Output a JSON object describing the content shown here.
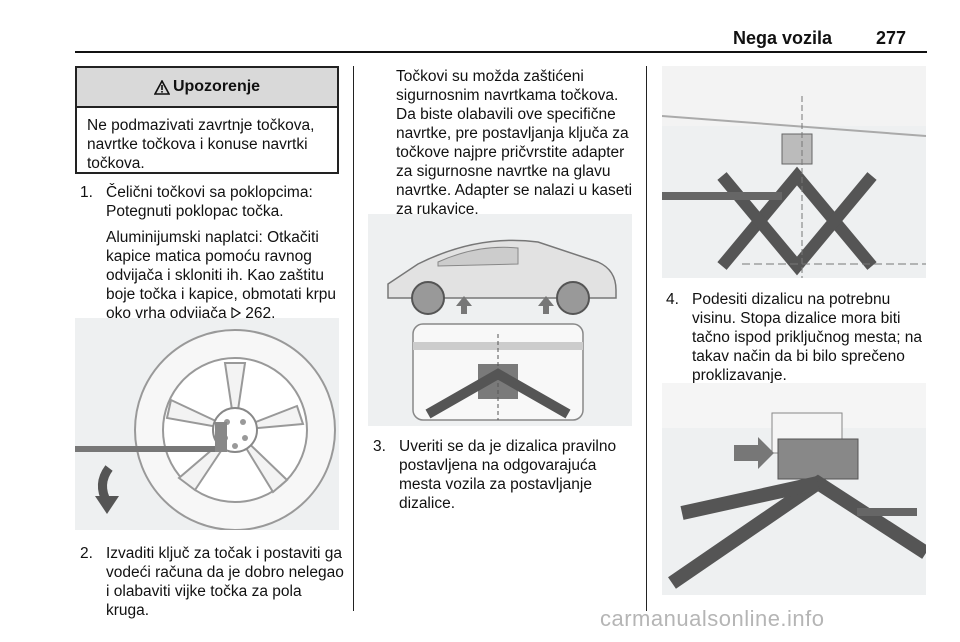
{
  "header": {
    "section_title": "Nega vozila",
    "page_number": "277"
  },
  "warning": {
    "title": "Upozorenje",
    "text": "Ne podmazivati zavrtnje točkova, navrtke točkova i konuse navrtki točkova."
  },
  "steps": [
    {
      "number": "1.",
      "paragraphs": [
        "Čelični točkovi sa poklopcima: Potegnuti poklopac točka.",
        "Aluminijumski naplatci: Otkačiti kapice matica pomoću ravnog odvijača i skloniti ih. Kao zaštitu boje točka i kapice, obmotati krpu oko vrha odvijača",
        "262."
      ]
    },
    {
      "number": "2.",
      "paragraphs": [
        "Izvaditi ključ za točak i postaviti ga vodeći računa da je dobro nelegao i olabaviti vijke točka za pola kruga."
      ]
    },
    {
      "number": "3.",
      "paragraphs": [
        "Uveriti se da je dizalica pravilno postavljena na odgovarajuća mesta vozila za postavljanje dizalice."
      ]
    },
    {
      "number": "4.",
      "paragraphs": [
        "Podesiti dizalicu na potrebnu visinu. Stopa dizalice mora biti tačno ispod priključnog mesta; na takav način da bi bilo sprečeno proklizavanje."
      ]
    }
  ],
  "locking_note": "Točkovi su možda zaštićeni sigurnosnim navrtkama točkova. Da biste olabavili ove specifične navrtke, pre postavljanja ključa za točkove najpre pričvrstite adapter za sigurnosne navrtke na glavu navrtke. Adapter se nalazi u kaseti za rukavice.",
  "icons": {
    "warning": "warning-triangle-icon",
    "page_ref": "page-reference-arrow-icon"
  },
  "watermark": "carmanualsonline.info"
}
